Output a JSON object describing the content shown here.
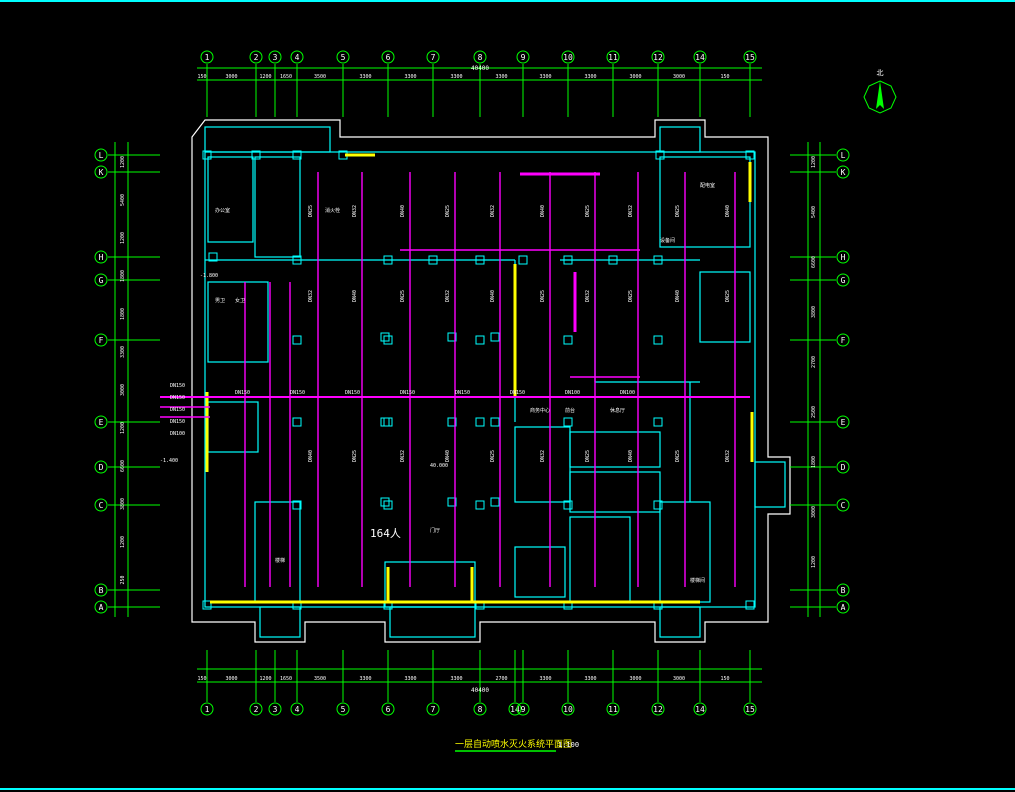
{
  "drawing": {
    "title": "一层自动喷水灭火系统平面图",
    "scale": "1:100",
    "occupancy_label": "164人",
    "north_label": "北",
    "total_dimension": "40400"
  },
  "grid_columns": [
    "1",
    "2",
    "3",
    "4",
    "5",
    "6",
    "7",
    "8",
    "9",
    "10",
    "11",
    "12",
    "14",
    "15"
  ],
  "grid_columns_bottom": [
    "1",
    "2",
    "3",
    "4",
    "5",
    "6",
    "7",
    "8",
    "14",
    "9",
    "10",
    "11",
    "12",
    "14",
    "15"
  ],
  "grid_rows": [
    "L",
    "K",
    "H",
    "G",
    "F",
    "E",
    "D",
    "C",
    "B",
    "A"
  ],
  "top_dimensions": [
    "150",
    "3000",
    "1200",
    "1650",
    "3500",
    "3300",
    "3300",
    "3300",
    "3300",
    "3300",
    "3300",
    "3000",
    "3000",
    "150"
  ],
  "bottom_dimensions": [
    "150",
    "3000",
    "1200",
    "1650",
    "3500",
    "3300",
    "3300",
    "3300",
    "2700",
    "3300",
    "3300",
    "3000",
    "3000",
    "150"
  ],
  "left_dimensions": [
    "1200",
    "5400",
    "1200",
    "1800",
    "1800",
    "3300",
    "3000",
    "1200",
    "6600",
    "3800",
    "1200",
    "250"
  ],
  "right_dimensions": [
    "1200",
    "5400",
    "6600",
    "3800",
    "2700",
    "2500",
    "1800",
    "3000",
    "1200"
  ],
  "pipe_labels": {
    "main": [
      "DN150",
      "DN150",
      "DN150",
      "DN150",
      "DN150",
      "DN150",
      "DN100",
      "DN100"
    ],
    "branches": [
      "DN25",
      "DN32",
      "DN40",
      "DN25",
      "DN32",
      "DN40",
      "DN25",
      "DN32",
      "DN25",
      "DN40"
    ],
    "left": [
      "DN150",
      "DN150",
      "DN150",
      "DN150",
      "DN100"
    ]
  },
  "room_labels": [
    "消火栓",
    "办公室",
    "男卫",
    "女卫",
    "楼梯",
    "配电室",
    "设备间",
    "楼梯间",
    "商务中心",
    "休息厅",
    "门厅",
    "前台"
  ],
  "elevation_labels": [
    "40.000",
    "-1.400",
    "-1.800"
  ],
  "colors": {
    "background": "#000000",
    "border": "#00ffff",
    "wall": "#00ffff",
    "wall_fill": "#ffffff",
    "pipe": "#ff00ff",
    "text": "#ffffff",
    "dimension": "#00ff00",
    "label_yellow": "#ffff00",
    "axis_circle": "#00ff00"
  }
}
